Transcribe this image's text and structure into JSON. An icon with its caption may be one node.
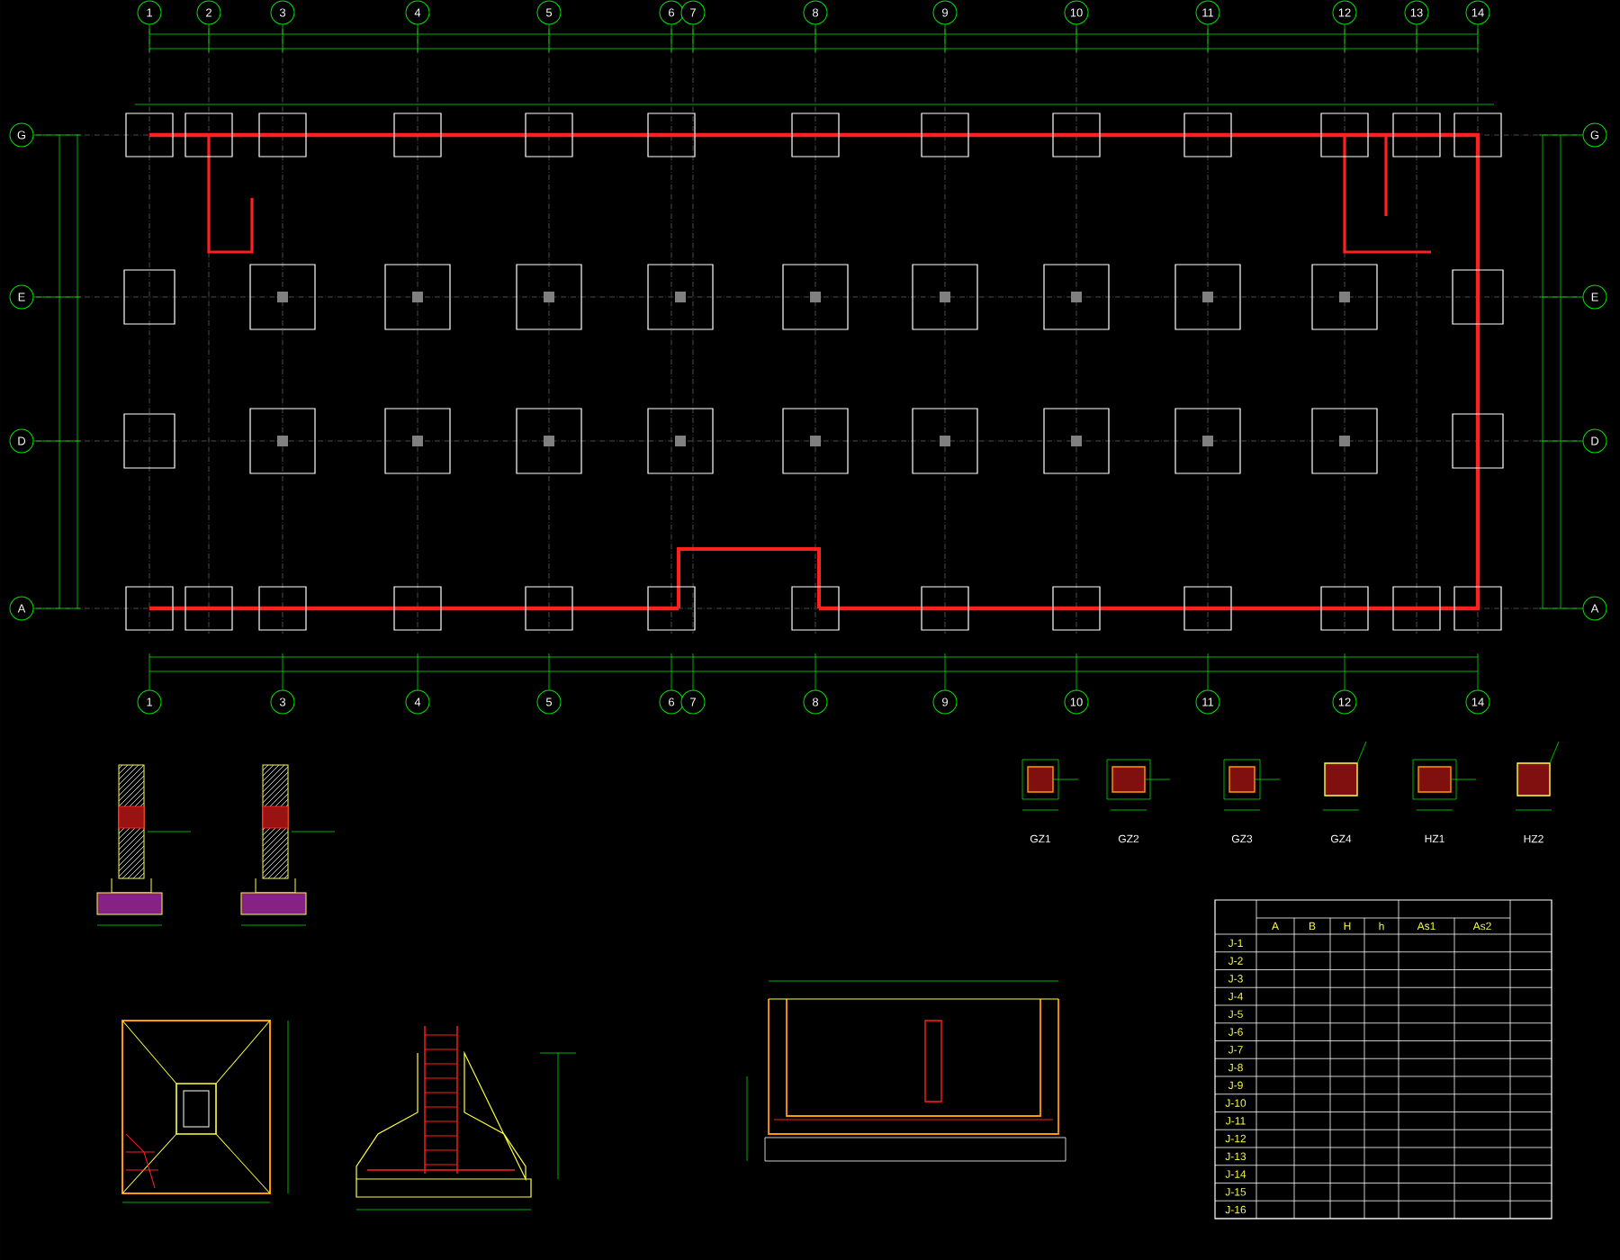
{
  "diagram": {
    "labels": [
      "1",
      "2",
      "3",
      "4",
      "5",
      "6",
      "7",
      "8",
      "9",
      "10",
      "11",
      "12",
      "13",
      "14",
      "G",
      "E",
      "D",
      "A",
      "G",
      "E",
      "D",
      "A",
      "1",
      "3",
      "4",
      "5",
      "6",
      "7",
      "8",
      "9",
      "10",
      "11",
      "12",
      "14",
      "GZ1",
      "GZ2",
      "GZ3",
      "GZ4",
      "HZ1",
      "HZ2",
      "A",
      "B",
      "H",
      "h",
      "As1",
      "As2",
      "J-1",
      "J-2",
      "J-3",
      "J-4",
      "J-5",
      "J-6",
      "J-7",
      "J-8",
      "J-9",
      "J-10",
      "J-11",
      "J-12",
      "J-13",
      "J-14",
      "J-15",
      "J-16"
    ]
  }
}
